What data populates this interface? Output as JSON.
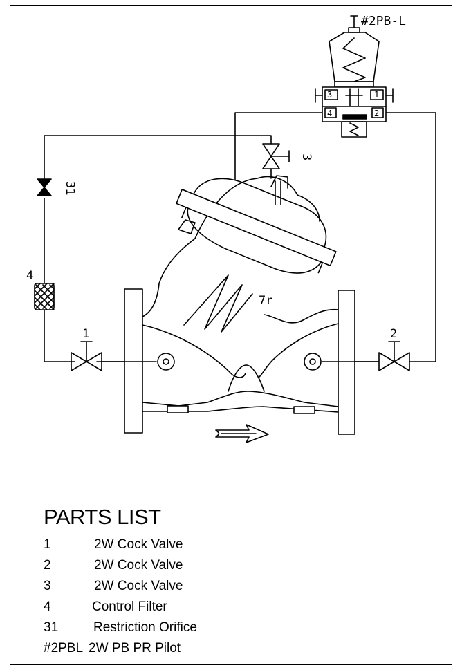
{
  "diagram": {
    "pilot_label": "#2PB-L",
    "valve_labels": {
      "v1": "1",
      "v2": "2",
      "v3": "3"
    },
    "filter_label": "4",
    "orifice_label": "31",
    "spring_label": "7r",
    "pilot_ports": {
      "p1": "1",
      "p2": "2",
      "p3": "3",
      "p4": "4"
    }
  },
  "parts_list": {
    "title": "PARTS LIST",
    "items": [
      {
        "no": "1",
        "desc": "2W Cock Valve"
      },
      {
        "no": "2",
        "desc": "2W Cock Valve"
      },
      {
        "no": "3",
        "desc": "2W Cock Valve"
      },
      {
        "no": "4",
        "desc": "Control Filter"
      },
      {
        "no": "31",
        "desc": "Restriction Orifice"
      },
      {
        "no": "#2PBL",
        "desc": "2W PB PR Pilot"
      }
    ]
  },
  "colors": {
    "line": "#000000",
    "background": "#ffffff"
  }
}
